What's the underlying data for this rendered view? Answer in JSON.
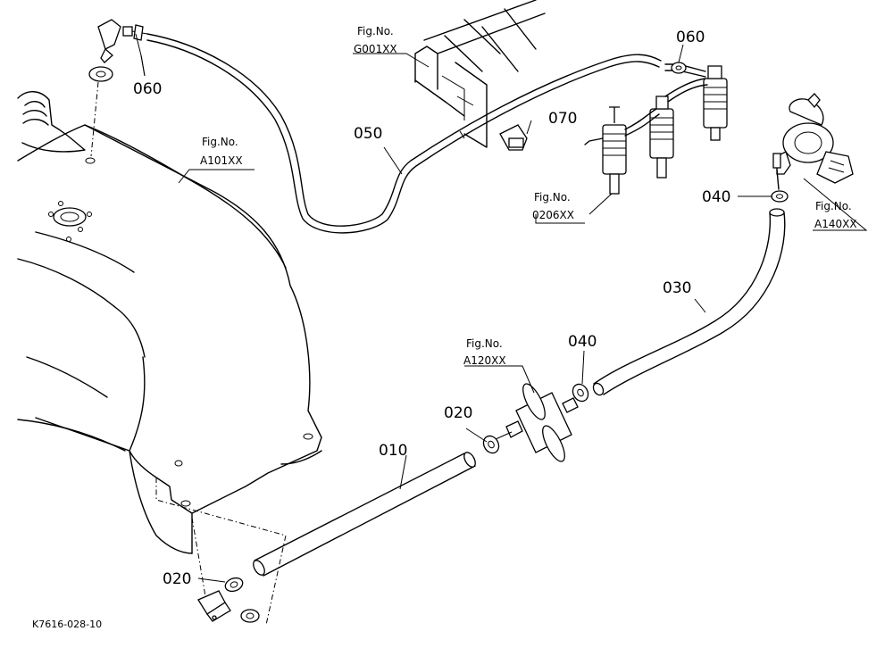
{
  "callouts": {
    "p010": "010",
    "p020a": "020",
    "p020b": "020",
    "p030": "030",
    "p040a": "040",
    "p040b": "040",
    "p050": "050",
    "p060a": "060",
    "p060b": "060",
    "p070": "070"
  },
  "figure_refs": {
    "fig_label": "Fig.No.",
    "tank": "A101XX",
    "bracket": "G001XX",
    "injectors": "0206XX",
    "pump": "A140XX",
    "filter": "A120XX"
  },
  "drawing_code": "K7616-028-10"
}
